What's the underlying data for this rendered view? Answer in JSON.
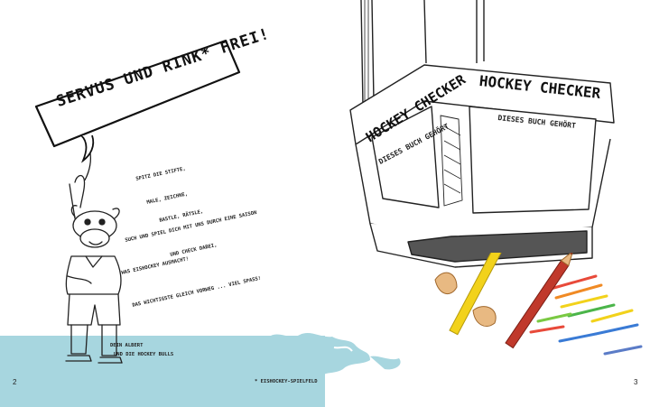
{
  "left_page": {
    "speech_bubble": "SERVUS UND RINK* FREI!",
    "activities": [
      "SPITZ DIE STIFTE,",
      "MALE, ZEICHNE,",
      "BASTLE, RÄTSLE,",
      "SUCH UND SPIEL DICH MIT UNS DURCH EINE SAISON",
      "UND CHECK DABEI,",
      "WAS EISHOCKEY AUSMACHT!",
      "DAS WICHTIGSTE GLEICH VORWEG ... VIEL SPASS!"
    ],
    "signature": [
      "DEIN ALBERT",
      "UND DIE HOCKEY BULLS"
    ],
    "footnote": "* EISHOCKEY-SPIELFELD",
    "page_number": "2"
  },
  "right_page": {
    "scoreboard_title_front": "HOCKEY CHECKER",
    "scoreboard_title_side": "HOCKEY CHECKER",
    "scoreboard_sub_front": "DIESES BUCH GEHÖRT",
    "scoreboard_sub_side": "DIESES BUCH GEHÖRT",
    "page_number": "3"
  },
  "colors": {
    "ice": "#a7d6df",
    "pencil_yellow": "#f2d21b",
    "pencil_red": "#c0392b",
    "wood": "#e8b982"
  }
}
